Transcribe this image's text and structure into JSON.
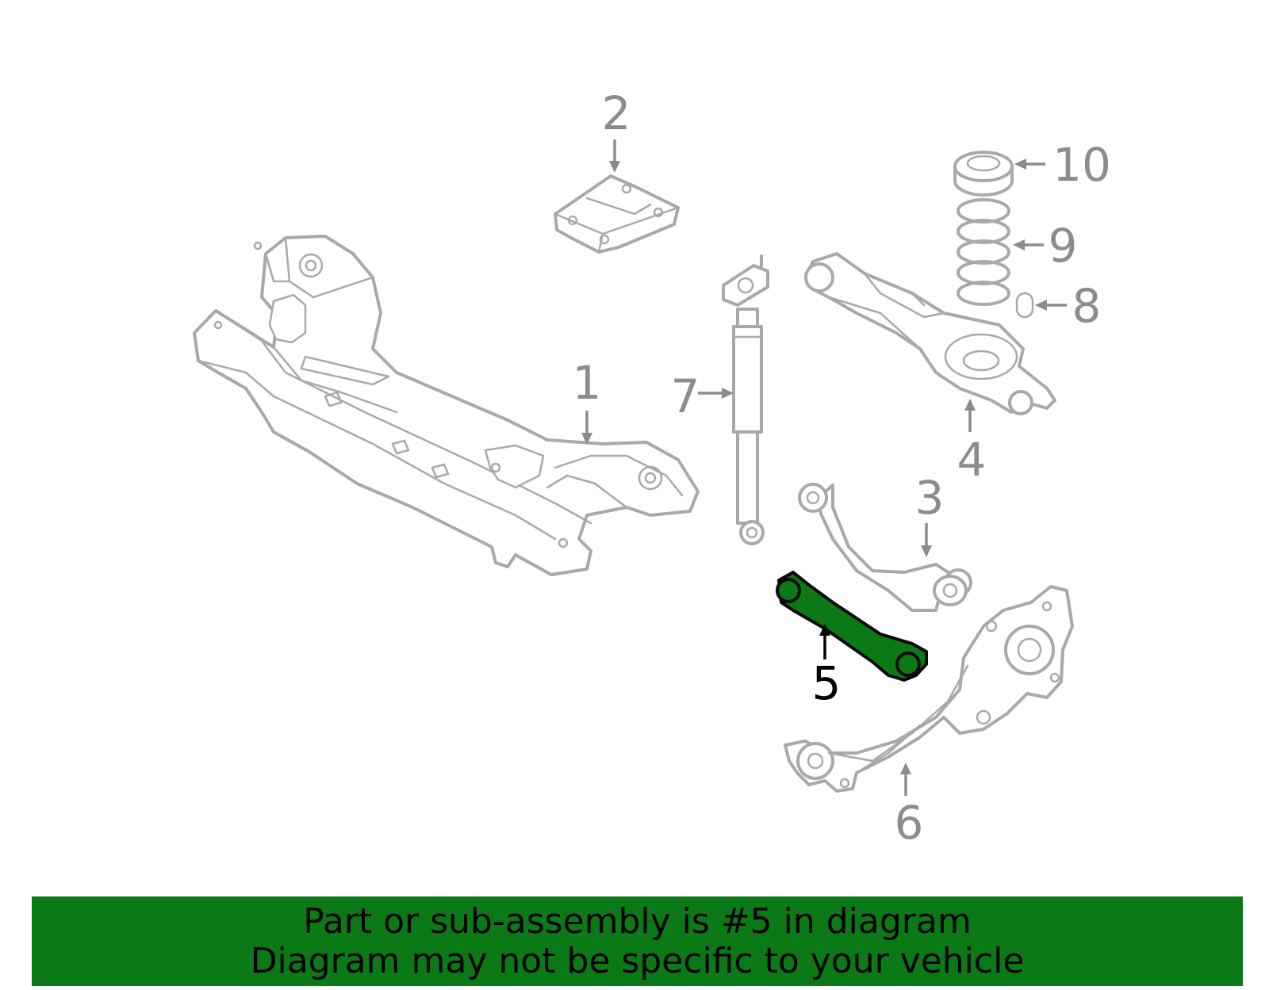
{
  "diagram": {
    "highlighted_part": "5",
    "callouts": [
      {
        "id": "1",
        "label": "1"
      },
      {
        "id": "2",
        "label": "2"
      },
      {
        "id": "3",
        "label": "3"
      },
      {
        "id": "4",
        "label": "4"
      },
      {
        "id": "5",
        "label": "5"
      },
      {
        "id": "6",
        "label": "6"
      },
      {
        "id": "7",
        "label": "7"
      },
      {
        "id": "8",
        "label": "8"
      },
      {
        "id": "9",
        "label": "9"
      },
      {
        "id": "10",
        "label": "10"
      }
    ],
    "colors": {
      "highlight": "#0b7a16",
      "line_art": "#a9a9a9",
      "callout": "#8c8c8c"
    }
  },
  "banner": {
    "line1": "Part or sub-assembly is #5 in diagram",
    "line2": "Diagram may not be specific to your vehicle"
  }
}
